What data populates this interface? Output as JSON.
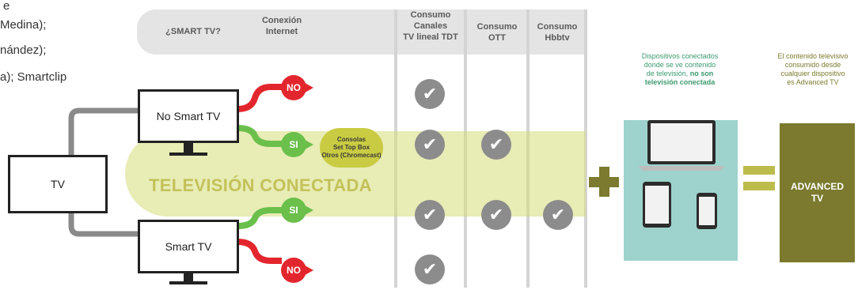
{
  "background_text": [
    "e",
    "Medina);",
    "nández);",
    "a); Smartclip"
  ],
  "headers": {
    "smart_tv": "¿SMART TV?",
    "conexion": [
      "Conexión",
      "Internet"
    ],
    "canales": [
      "Consumo",
      "Canales",
      "TV lineal TDT"
    ],
    "ott": [
      "Consumo",
      "OTT"
    ],
    "hbbtv": [
      "Consumo",
      "Hbbtv"
    ]
  },
  "devices": {
    "tv": "TV",
    "no_smart_tv": "No Smart TV",
    "smart_tv": "Smart TV"
  },
  "answers": {
    "no_top": "NO",
    "si_top": "SI",
    "si_bottom": "SI",
    "no_bottom": "NO"
  },
  "consolas": [
    "Consolas",
    "Set Top Box",
    "Otros (Chromecast)"
  ],
  "television_conectada": "TELEVISIÓN CONECTADA",
  "connected_devices_note": {
    "line1": "Dispositivos conectados",
    "line2": "donde se ve contenido",
    "line3_prefix": "de televisión, ",
    "line3_bold": "no son",
    "line4": "televisión conectada"
  },
  "advanced_note": [
    "El contenido televisivo",
    "consumido desde",
    "cualquier dispositivo",
    "es Advanced TV"
  ],
  "advanced_tv": [
    "ADVANCED",
    "TV"
  ],
  "check_glyph": "✔",
  "colors": {
    "red": "#e3262d",
    "green": "#6bbf4b",
    "yellow_band": "#d6dc78",
    "olive": "#7b7a2e",
    "teal_box": "#9dd3cc",
    "title_olive": "#c3c25a",
    "note_green": "#3d9a6f",
    "note_olive": "#7b7a2e"
  }
}
